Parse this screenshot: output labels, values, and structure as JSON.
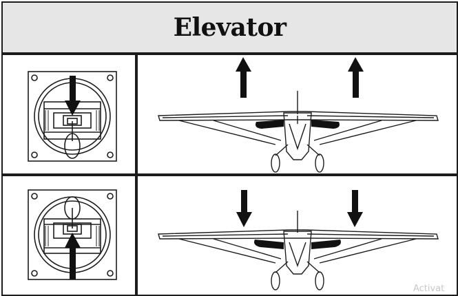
{
  "header": {
    "title": "Elevator"
  },
  "rows": [
    {
      "stick_direction": "down",
      "surface_arrow_direction": "up"
    },
    {
      "stick_direction": "up",
      "surface_arrow_direction": "down"
    }
  ],
  "watermark": {
    "text": "Activat"
  },
  "colors": {
    "header_bg": "#e6e6e6",
    "ink": "#1c1c1c"
  }
}
